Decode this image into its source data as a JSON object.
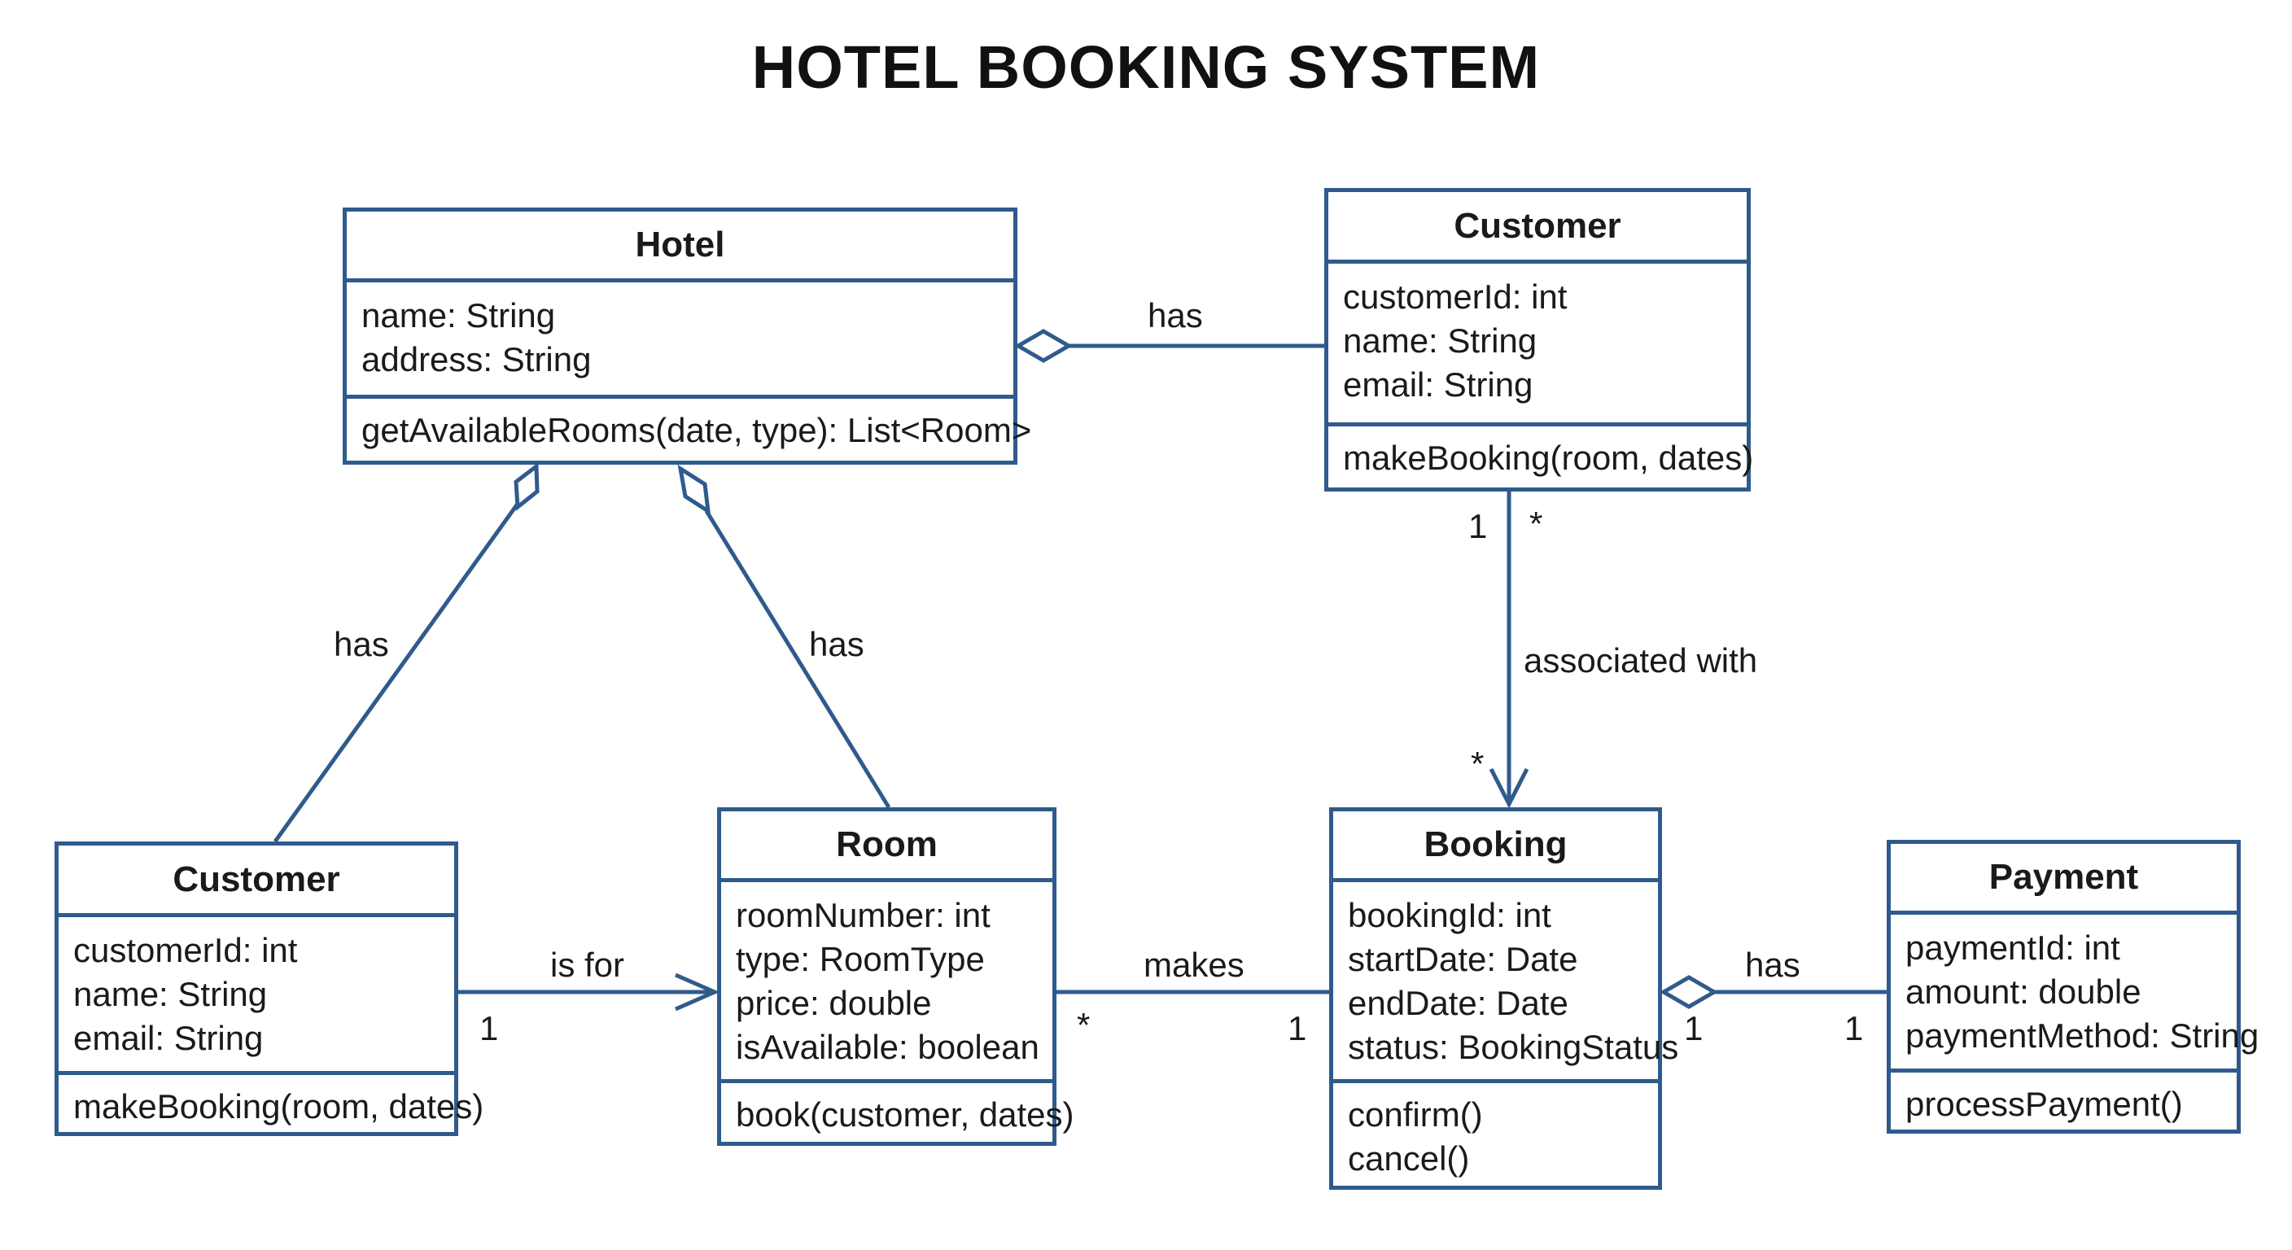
{
  "title": "HOTEL BOOKING SYSTEM",
  "colors": {
    "line": "#2f5b8c",
    "text": "#1a1a1a"
  },
  "classes": {
    "hotel": {
      "name": "Hotel",
      "attributes": [
        "name: String",
        "address: String"
      ],
      "operations": [
        "getAvailableRooms(date, type): List<Room>"
      ]
    },
    "customer_top": {
      "name": "Customer",
      "attributes": [
        "customerId: int",
        "name: String",
        "email: String"
      ],
      "operations": [
        "makeBooking(room, dates)"
      ]
    },
    "customer_left": {
      "name": "Customer",
      "attributes": [
        "customerId: int",
        "name: String",
        "email: String"
      ],
      "operations": [
        "makeBooking(room, dates)"
      ]
    },
    "room": {
      "name": "Room",
      "attributes": [
        "roomNumber: int",
        "type: RoomType",
        "price: double",
        "isAvailable: boolean"
      ],
      "operations": [
        "book(customer, dates)"
      ]
    },
    "booking": {
      "name": "Booking",
      "attributes": [
        "bookingId: int",
        "startDate: Date",
        "endDate: Date",
        "status: BookingStatus"
      ],
      "operations": [
        "confirm()",
        "cancel()"
      ]
    },
    "payment": {
      "name": "Payment",
      "attributes": [
        "paymentId: int",
        "amount: double",
        "paymentMethod: String"
      ],
      "operations": [
        "processPayment()"
      ]
    }
  },
  "relations": {
    "hotel_customer": {
      "label": "has"
    },
    "hotel_customer_left": {
      "label": "has"
    },
    "hotel_room": {
      "label": "has"
    },
    "customer_booking": {
      "label": "associated with",
      "mult_a": "1",
      "mult_b": "*",
      "mult_end": "*"
    },
    "customer_room": {
      "label": "is for",
      "mult_source": "1"
    },
    "room_booking": {
      "label": "makes",
      "mult_room": "*",
      "mult_booking": "1"
    },
    "booking_payment": {
      "label": "has",
      "mult_booking": "1",
      "mult_payment": "1"
    }
  }
}
